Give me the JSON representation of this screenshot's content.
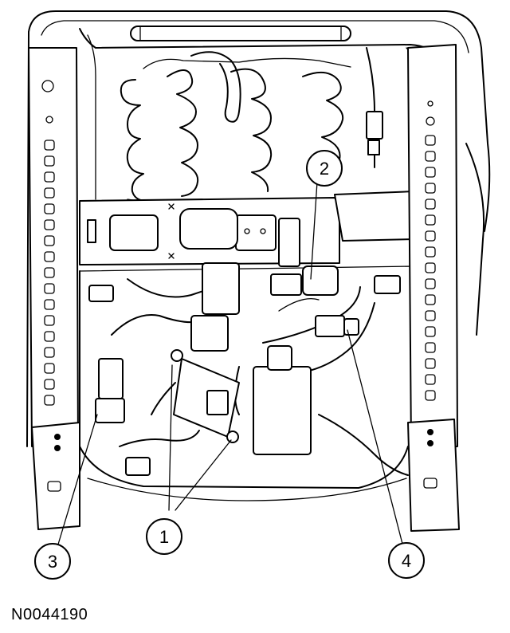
{
  "figure": {
    "reference_code": "N0044190",
    "callouts": [
      {
        "id": "1",
        "label": "1"
      },
      {
        "id": "2",
        "label": "2"
      },
      {
        "id": "3",
        "label": "3"
      },
      {
        "id": "4",
        "label": "4"
      }
    ],
    "colors": {
      "line": "#000000",
      "background": "#ffffff"
    }
  }
}
